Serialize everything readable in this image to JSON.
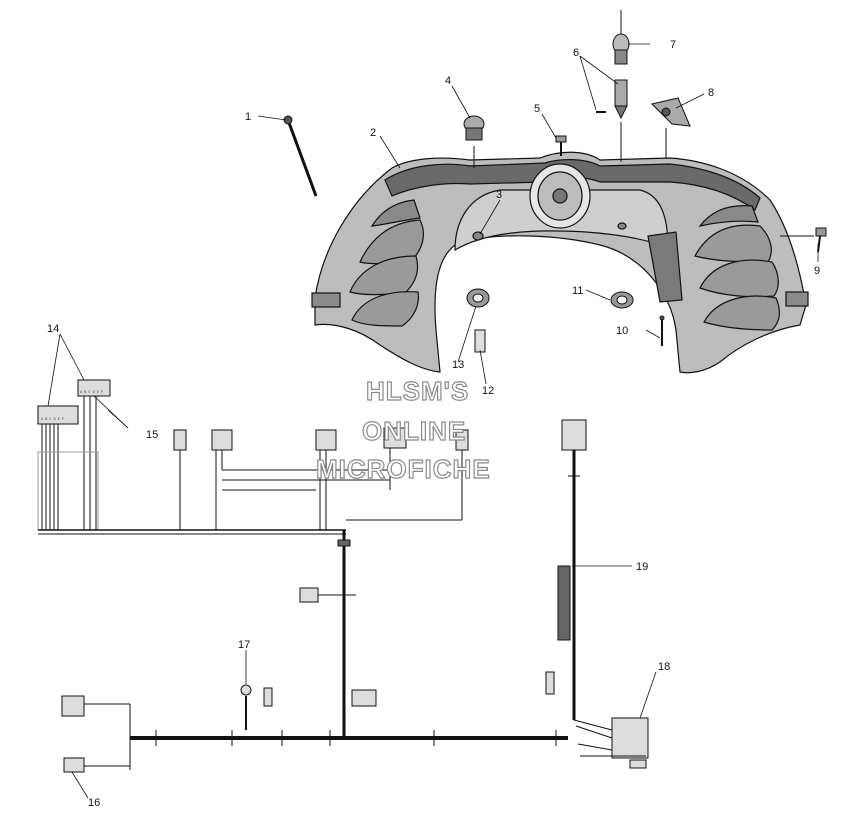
{
  "watermark": {
    "line1": "HLSM'S",
    "line2": "ONLINE",
    "line3": "MICROFICHE"
  },
  "callouts": {
    "c1": "1",
    "c2": "2",
    "c3": "3",
    "c4": "4",
    "c5": "5",
    "c6": "6",
    "c7": "7",
    "c8": "8",
    "c9": "9",
    "c10": "10",
    "c11": "11",
    "c12": "12",
    "c13": "13",
    "c14": "14",
    "c15": "15",
    "c16": "16",
    "c17": "17",
    "c18": "18",
    "c19": "19"
  },
  "connector_pins": {
    "upper": "A B C D E F",
    "lower": "A B C D E F"
  }
}
